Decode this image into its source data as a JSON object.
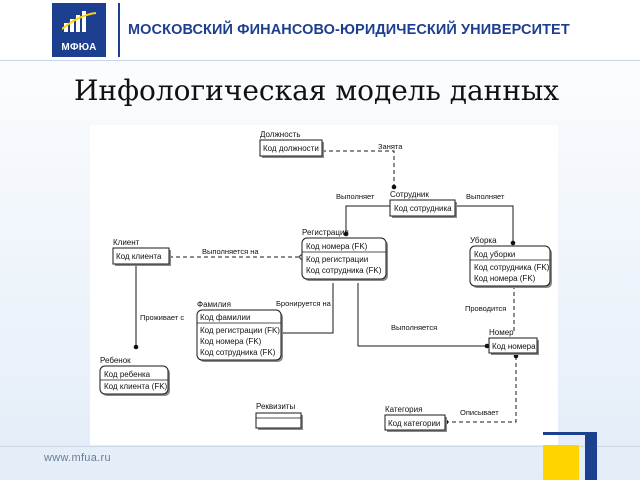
{
  "header": {
    "logo_text": "МФЮА",
    "university": "МОСКОВСКИЙ ФИНАНСОВО-ЮРИДИЧЕСКИЙ УНИВЕРСИТЕТ"
  },
  "title": "Инфологическая модель данных",
  "footer": {
    "url": "www.mfua.ru"
  },
  "colors": {
    "brand": "#1d3f8f",
    "accent": "#ffd500"
  },
  "diagram": {
    "entities": [
      {
        "id": "position",
        "name": "Должность",
        "attrs": [
          "Код должности"
        ]
      },
      {
        "id": "employee",
        "name": "Сотрудник",
        "attrs": [
          "Код сотрудника"
        ]
      },
      {
        "id": "client",
        "name": "Клиент",
        "attrs": [
          "Код клиента"
        ]
      },
      {
        "id": "registration",
        "name": "Регистрация",
        "attrs": [
          "Код номера (FK)",
          "Код регистрации",
          "Код сотрудника (FK)"
        ]
      },
      {
        "id": "cleaning",
        "name": "Уборка",
        "attrs": [
          "Код уборки",
          "Код сотрудника (FK)",
          "Код номера (FK)"
        ]
      },
      {
        "id": "surname",
        "name": "Фамилия",
        "attrs": [
          "Код фамилии",
          "Код регистрации (FK)",
          "Код номера (FK)",
          "Код сотрудника (FK)"
        ]
      },
      {
        "id": "room",
        "name": "Номер",
        "attrs": [
          "Код номера"
        ]
      },
      {
        "id": "child",
        "name": "Ребенок",
        "attrs": [
          "Код ребенка",
          "Код клиента (FK)"
        ]
      },
      {
        "id": "requisites",
        "name": "Реквизиты",
        "attrs": []
      },
      {
        "id": "category",
        "name": "Категория",
        "attrs": [
          "Код категории"
        ]
      }
    ],
    "relationships": [
      {
        "id": "rel-occupied",
        "label": "Занята"
      },
      {
        "id": "rel-performs-left",
        "label": "Выполняет"
      },
      {
        "id": "rel-performs-right",
        "label": "Выполняет"
      },
      {
        "id": "rel-performed-on",
        "label": "Выполняется на"
      },
      {
        "id": "rel-resides",
        "label": "Проживает с"
      },
      {
        "id": "rel-booked-on",
        "label": "Бронируется на"
      },
      {
        "id": "rel-conducted",
        "label": "Проводится"
      },
      {
        "id": "rel-performed",
        "label": "Выполняется"
      },
      {
        "id": "rel-describes",
        "label": "Описывает"
      }
    ]
  }
}
